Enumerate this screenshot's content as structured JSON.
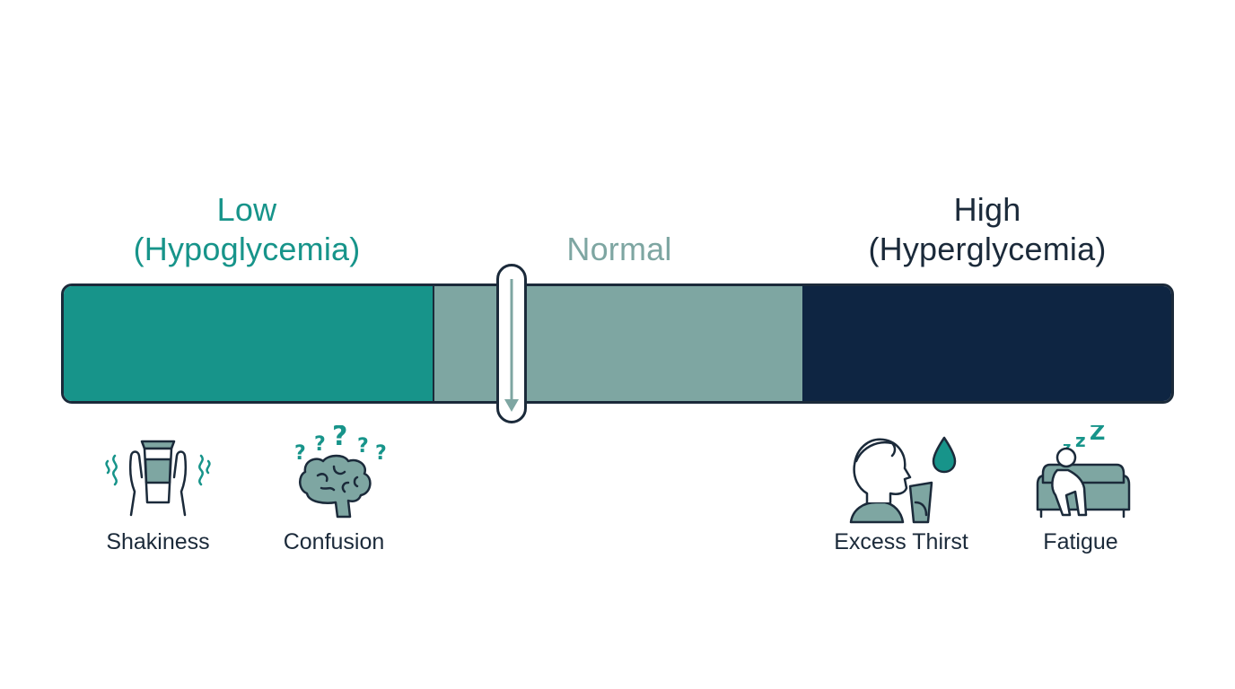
{
  "zones": {
    "low": {
      "line1": "Low",
      "line2": "(Hypoglycemia)",
      "color": "#17948a"
    },
    "normal": {
      "line1": "Normal",
      "color": "#7ea6a2"
    },
    "high": {
      "line1": "High",
      "line2": "(Hyperglycemia)",
      "color": "#0e2542"
    }
  },
  "label_color_high": "#1b2a3a",
  "outline_color": "#1b2a3a",
  "indicator": {
    "icon": "down-arrow-icon",
    "level_percent": 40.5
  },
  "symptoms": {
    "low": [
      {
        "label": "Shakiness",
        "icon": "shaking-hands-icon"
      },
      {
        "label": "Confusion",
        "icon": "confused-brain-icon"
      }
    ],
    "high": [
      {
        "label": "Excess Thirst",
        "icon": "drinking-person-icon"
      },
      {
        "label": "Fatigue",
        "icon": "tired-person-on-couch-icon"
      }
    ]
  }
}
